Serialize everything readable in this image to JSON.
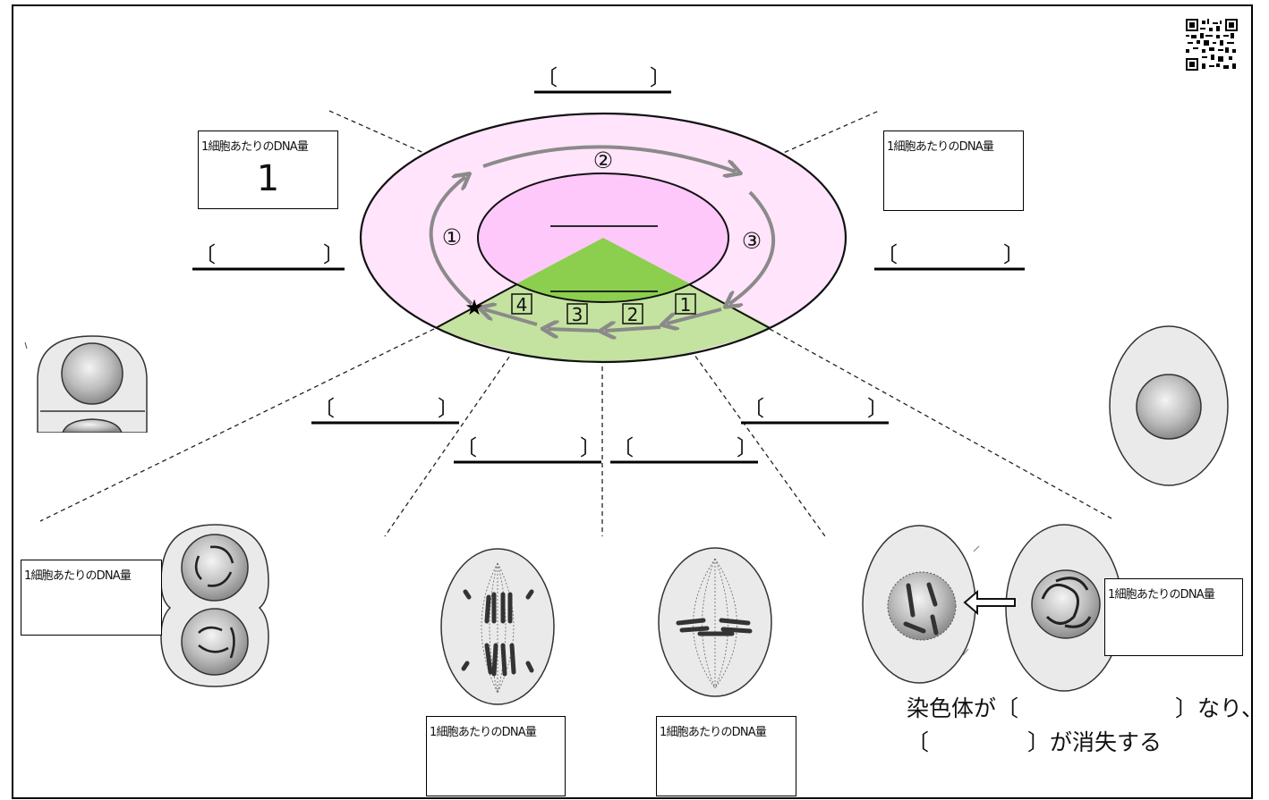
{
  "dna_label": "1細胞あたりのDNA量",
  "dna_values": {
    "top_left": "1",
    "top_right": "",
    "left_cell": "",
    "bottom_mid_left": "",
    "bottom_mid_right": "",
    "right_cell": ""
  },
  "cycle_numbers": {
    "circled": [
      "①",
      "②",
      "③"
    ],
    "boxed": [
      "1",
      "2",
      "3",
      "4"
    ]
  },
  "bracket_open": "〔",
  "bracket_close": "〕",
  "star": "★",
  "sentence": {
    "line1_prefix": "染色体が〔",
    "line1_suffix": "〕なり、",
    "line2_prefix": "〔",
    "line2_suffix": "〕が消失する"
  },
  "colors": {
    "pink_outer": "#ffe4fb",
    "pink_inner": "#ffc8fa",
    "green_outer": "#c4e2a0",
    "green_inner": "#8ccf4e",
    "arrow": "#8a8a8a"
  }
}
